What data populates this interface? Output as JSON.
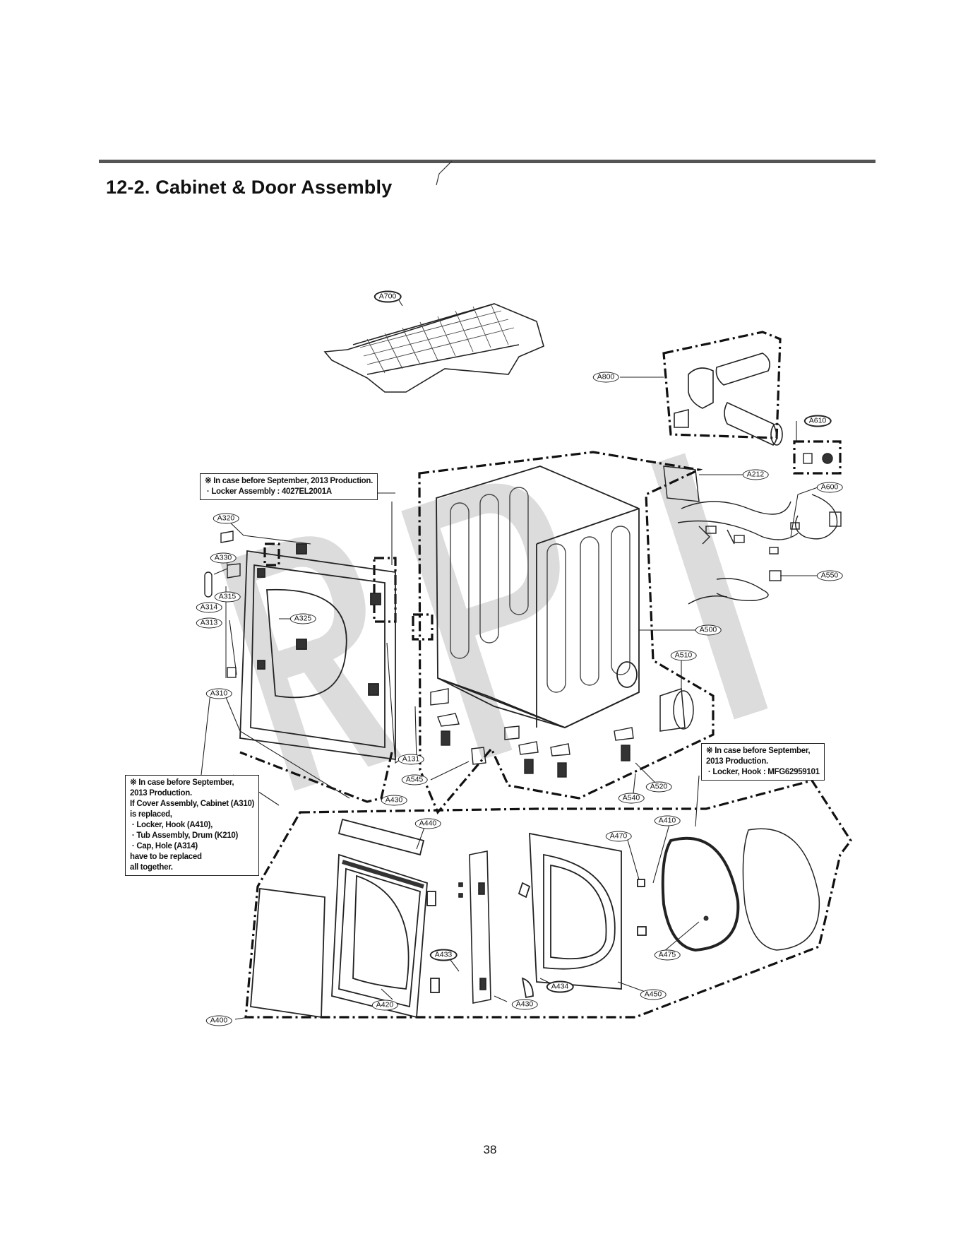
{
  "header": {
    "section_title": "12-2. Cabinet & Door Assembly"
  },
  "notes": {
    "locker_assembly": "※ In case before September, 2013 Production.\n · Locker Assembly : 4027EL2001A",
    "locker_hook": "※ In case before September,\n2013 Production.\n · Locker, Hook : MFG62959101",
    "cover_assembly": "※ In case before September,\n2013 Production.\nIf Cover Assembly, Cabinet (A310)\nis replaced,\n · Locker, Hook (A410),\n · Tub Assembly, Drum (K210)\n · Cap, Hole (A314)\nhave to be replaced\nall together."
  },
  "callouts": [
    {
      "id": "a700",
      "label": "A700"
    },
    {
      "id": "a800",
      "label": "A800"
    },
    {
      "id": "a610",
      "label": "A610"
    },
    {
      "id": "a212",
      "label": "A212"
    },
    {
      "id": "a600",
      "label": "A600"
    },
    {
      "id": "a550",
      "label": "A550"
    },
    {
      "id": "a500",
      "label": "A500"
    },
    {
      "id": "a510",
      "label": "A510"
    },
    {
      "id": "a320",
      "label": "A320"
    },
    {
      "id": "a330",
      "label": "A330"
    },
    {
      "id": "a315",
      "label": "A315"
    },
    {
      "id": "a314",
      "label": "A314"
    },
    {
      "id": "a313",
      "label": "A313"
    },
    {
      "id": "a325",
      "label": "A325"
    },
    {
      "id": "a310",
      "label": "A310"
    },
    {
      "id": "a131",
      "label": "A131"
    },
    {
      "id": "a545",
      "label": "A545"
    },
    {
      "id": "a430-top",
      "label": "A430"
    },
    {
      "id": "a540",
      "label": "A540"
    },
    {
      "id": "a520",
      "label": "A520"
    },
    {
      "id": "a410",
      "label": "A410"
    },
    {
      "id": "a440",
      "label": "A440"
    },
    {
      "id": "a470",
      "label": "A470"
    },
    {
      "id": "a433",
      "label": "A433"
    },
    {
      "id": "a434",
      "label": "A434"
    },
    {
      "id": "a475",
      "label": "A475"
    },
    {
      "id": "a450",
      "label": "A450"
    },
    {
      "id": "a420",
      "label": "A420"
    },
    {
      "id": "a430-bottom",
      "label": "A430"
    },
    {
      "id": "a400",
      "label": "A400"
    }
  ],
  "footer": {
    "page_number": "38"
  },
  "watermark": "RPI"
}
